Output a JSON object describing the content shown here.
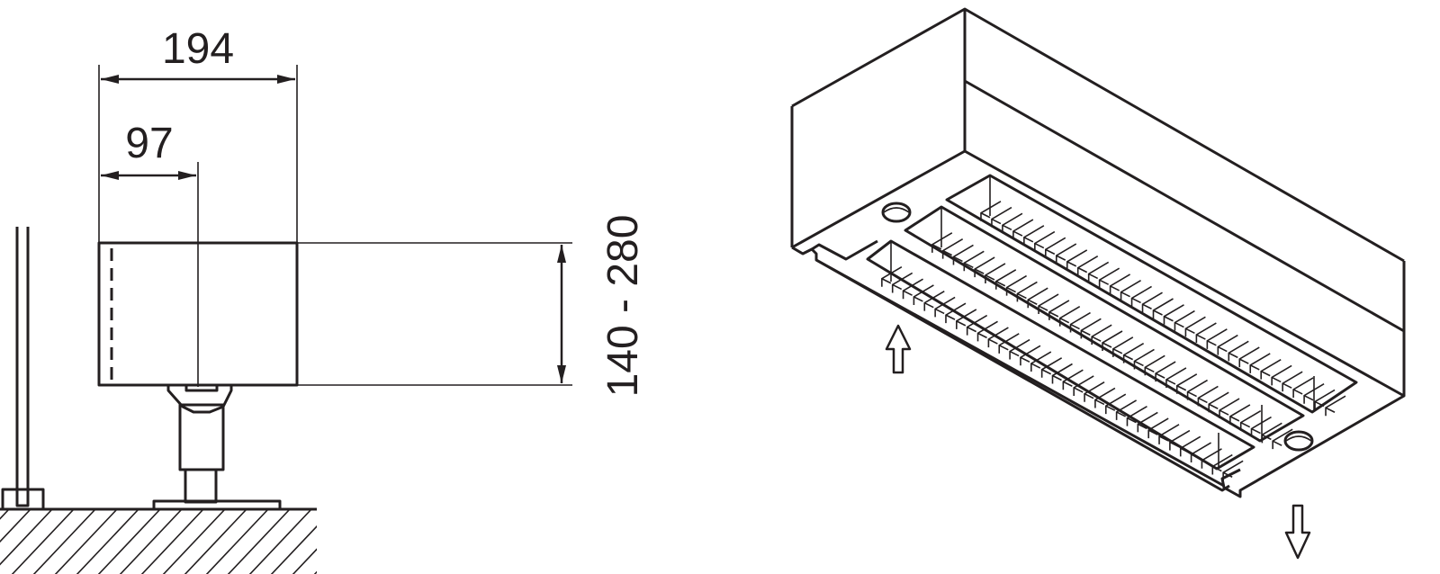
{
  "side_view": {
    "width_label": "194",
    "offset_label": "97",
    "height_label": "140 - 280"
  },
  "colors": {
    "line": "#231f20",
    "background": "#ffffff"
  },
  "isometric_view": {
    "airflow_in_icon": "arrow-up-outline",
    "airflow_out_icon": "arrow-down-outline",
    "grille_slots": 3
  }
}
